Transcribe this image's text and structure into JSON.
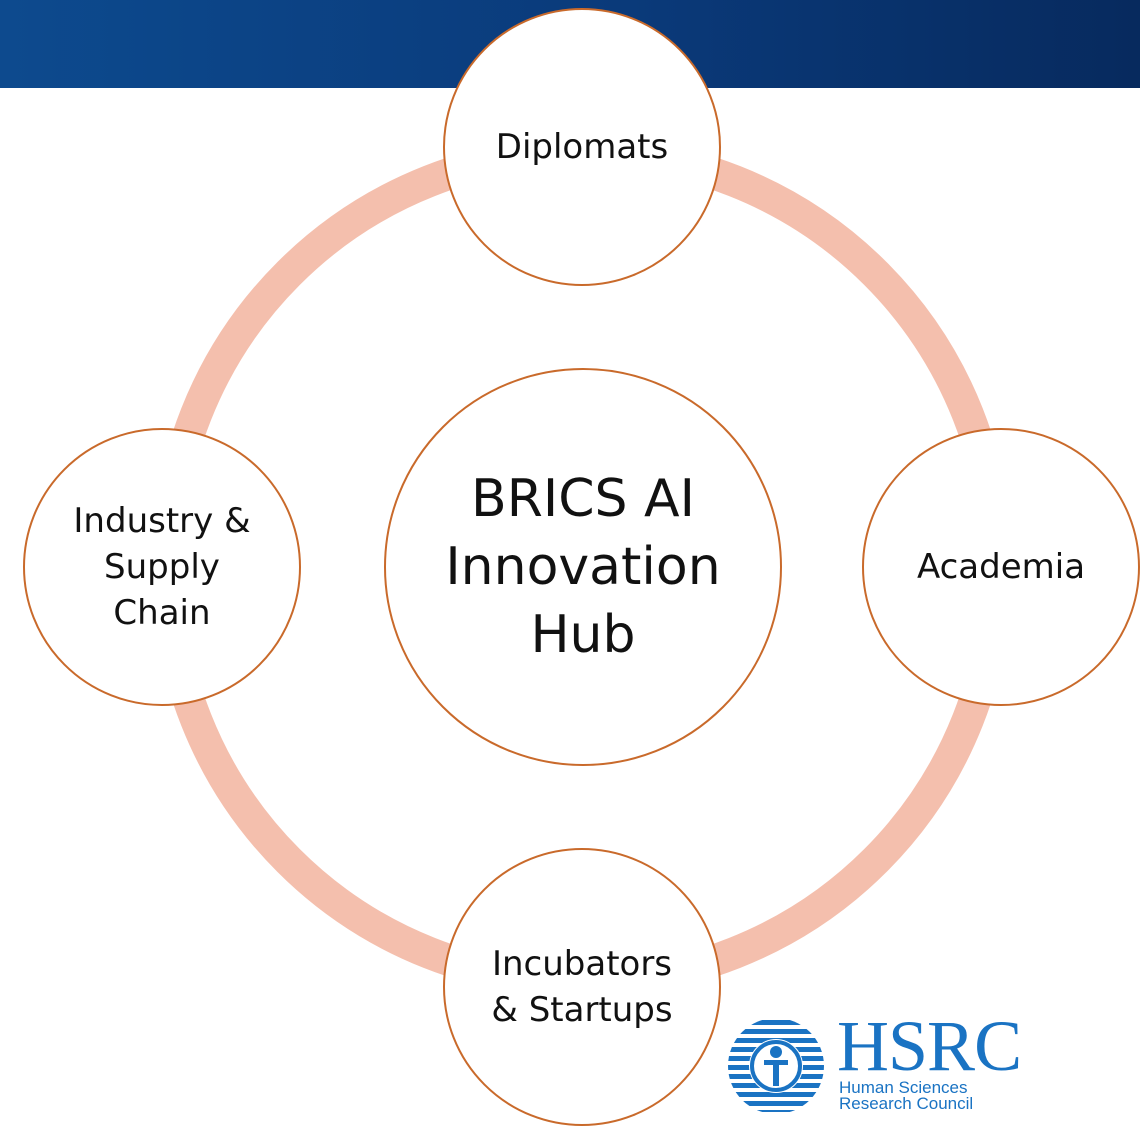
{
  "diagram": {
    "hub": "BRICS AI\nInnovation\nHub",
    "nodes": {
      "top": "Diplomats",
      "right": "Academia",
      "bottom": "Incubators\n& Startups",
      "left": "Industry &\nSupply\nChain"
    }
  },
  "logo": {
    "title": "HSRC",
    "line1": "Human Sciences",
    "line2": "Research Council"
  },
  "colors": {
    "header": "#0a3a7a",
    "ring": "#f4bfad",
    "node_border": "#c96a2b",
    "logo": "#1a73c3"
  }
}
